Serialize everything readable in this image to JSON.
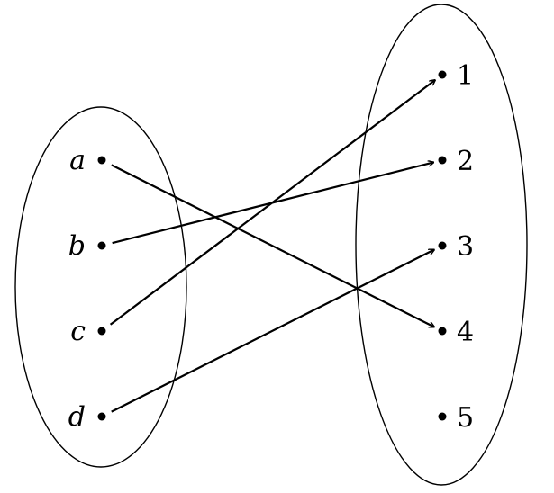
{
  "domain_set": {
    "elements": [
      "a",
      "b",
      "c",
      "d"
    ]
  },
  "codomain_set": {
    "elements": [
      "1",
      "2",
      "3",
      "4",
      "5"
    ]
  },
  "mapping": [
    {
      "from": "a",
      "to": "4"
    },
    {
      "from": "b",
      "to": "2"
    },
    {
      "from": "c",
      "to": "1"
    },
    {
      "from": "d",
      "to": "3"
    }
  ],
  "colors": {
    "stroke": "#000000",
    "background": "#ffffff"
  }
}
